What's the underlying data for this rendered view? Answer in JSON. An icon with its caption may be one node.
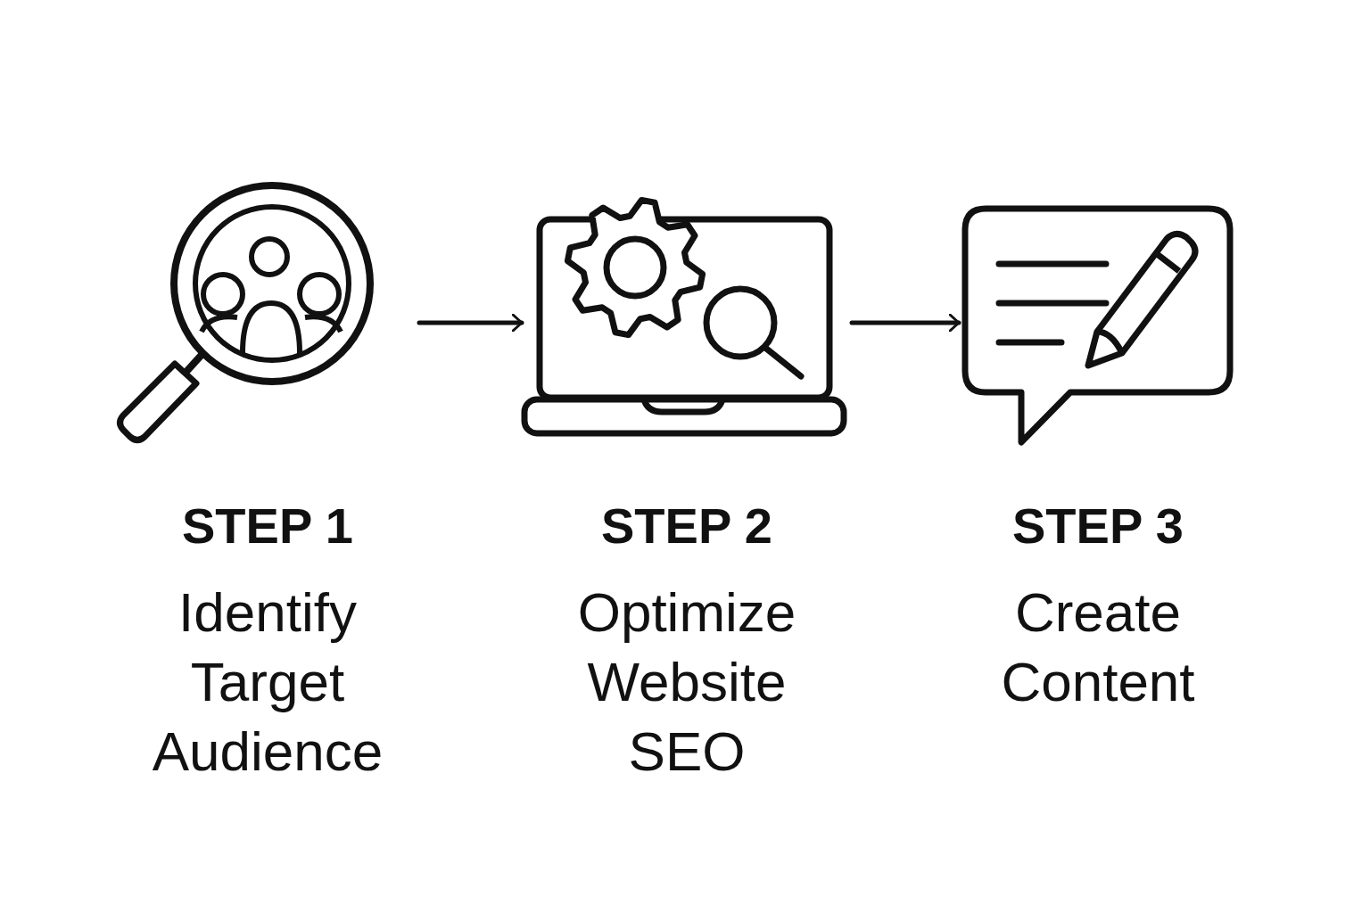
{
  "diagram": {
    "nodes": [
      {
        "text": [
          "STEP 1",
          "Identify Target Audience"
        ]
      },
      {
        "text": [
          "STEP 2",
          "Optimize Website SEO"
        ]
      },
      {
        "text": [
          "STEP 3",
          "Create Content"
        ]
      }
    ],
    "edges": [
      {
        "from": 0,
        "to": 1,
        "arrow": "to"
      },
      {
        "from": 1,
        "to": 2,
        "arrow": "to"
      }
    ]
  }
}
